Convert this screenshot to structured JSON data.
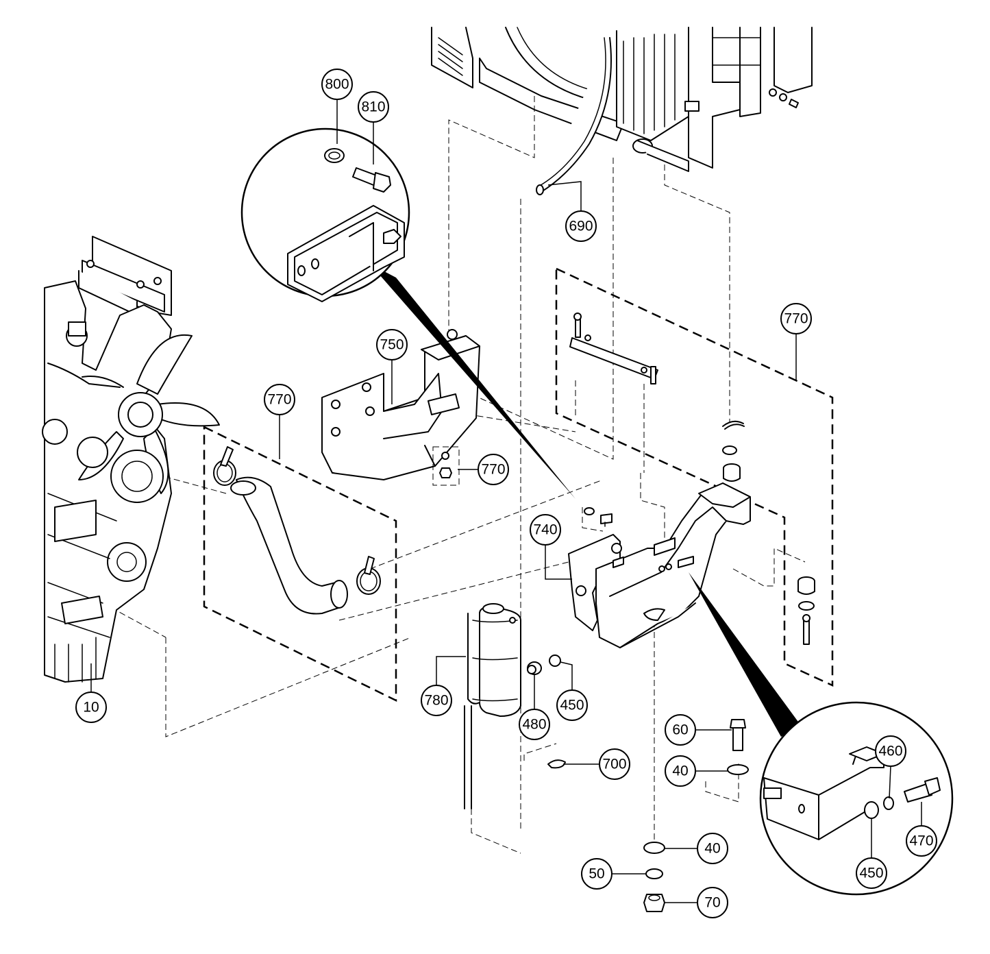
{
  "diagram": {
    "type": "exploded-parts-view",
    "line_color": "#000000",
    "background": "#ffffff",
    "callouts": [
      {
        "id": "c800",
        "label": "800"
      },
      {
        "id": "c810",
        "label": "810"
      },
      {
        "id": "c690",
        "label": "690"
      },
      {
        "id": "c770a",
        "label": "770"
      },
      {
        "id": "c750",
        "label": "750"
      },
      {
        "id": "c770b",
        "label": "770"
      },
      {
        "id": "c770c",
        "label": "770"
      },
      {
        "id": "c740",
        "label": "740"
      },
      {
        "id": "c10",
        "label": "10"
      },
      {
        "id": "c780",
        "label": "780"
      },
      {
        "id": "c480",
        "label": "480"
      },
      {
        "id": "c450a",
        "label": "450"
      },
      {
        "id": "c60",
        "label": "60"
      },
      {
        "id": "c700",
        "label": "700"
      },
      {
        "id": "c40a",
        "label": "40"
      },
      {
        "id": "c460",
        "label": "460"
      },
      {
        "id": "c470",
        "label": "470"
      },
      {
        "id": "c450b",
        "label": "450"
      },
      {
        "id": "c40b",
        "label": "40"
      },
      {
        "id": "c50",
        "label": "50"
      },
      {
        "id": "c70",
        "label": "70"
      }
    ]
  }
}
